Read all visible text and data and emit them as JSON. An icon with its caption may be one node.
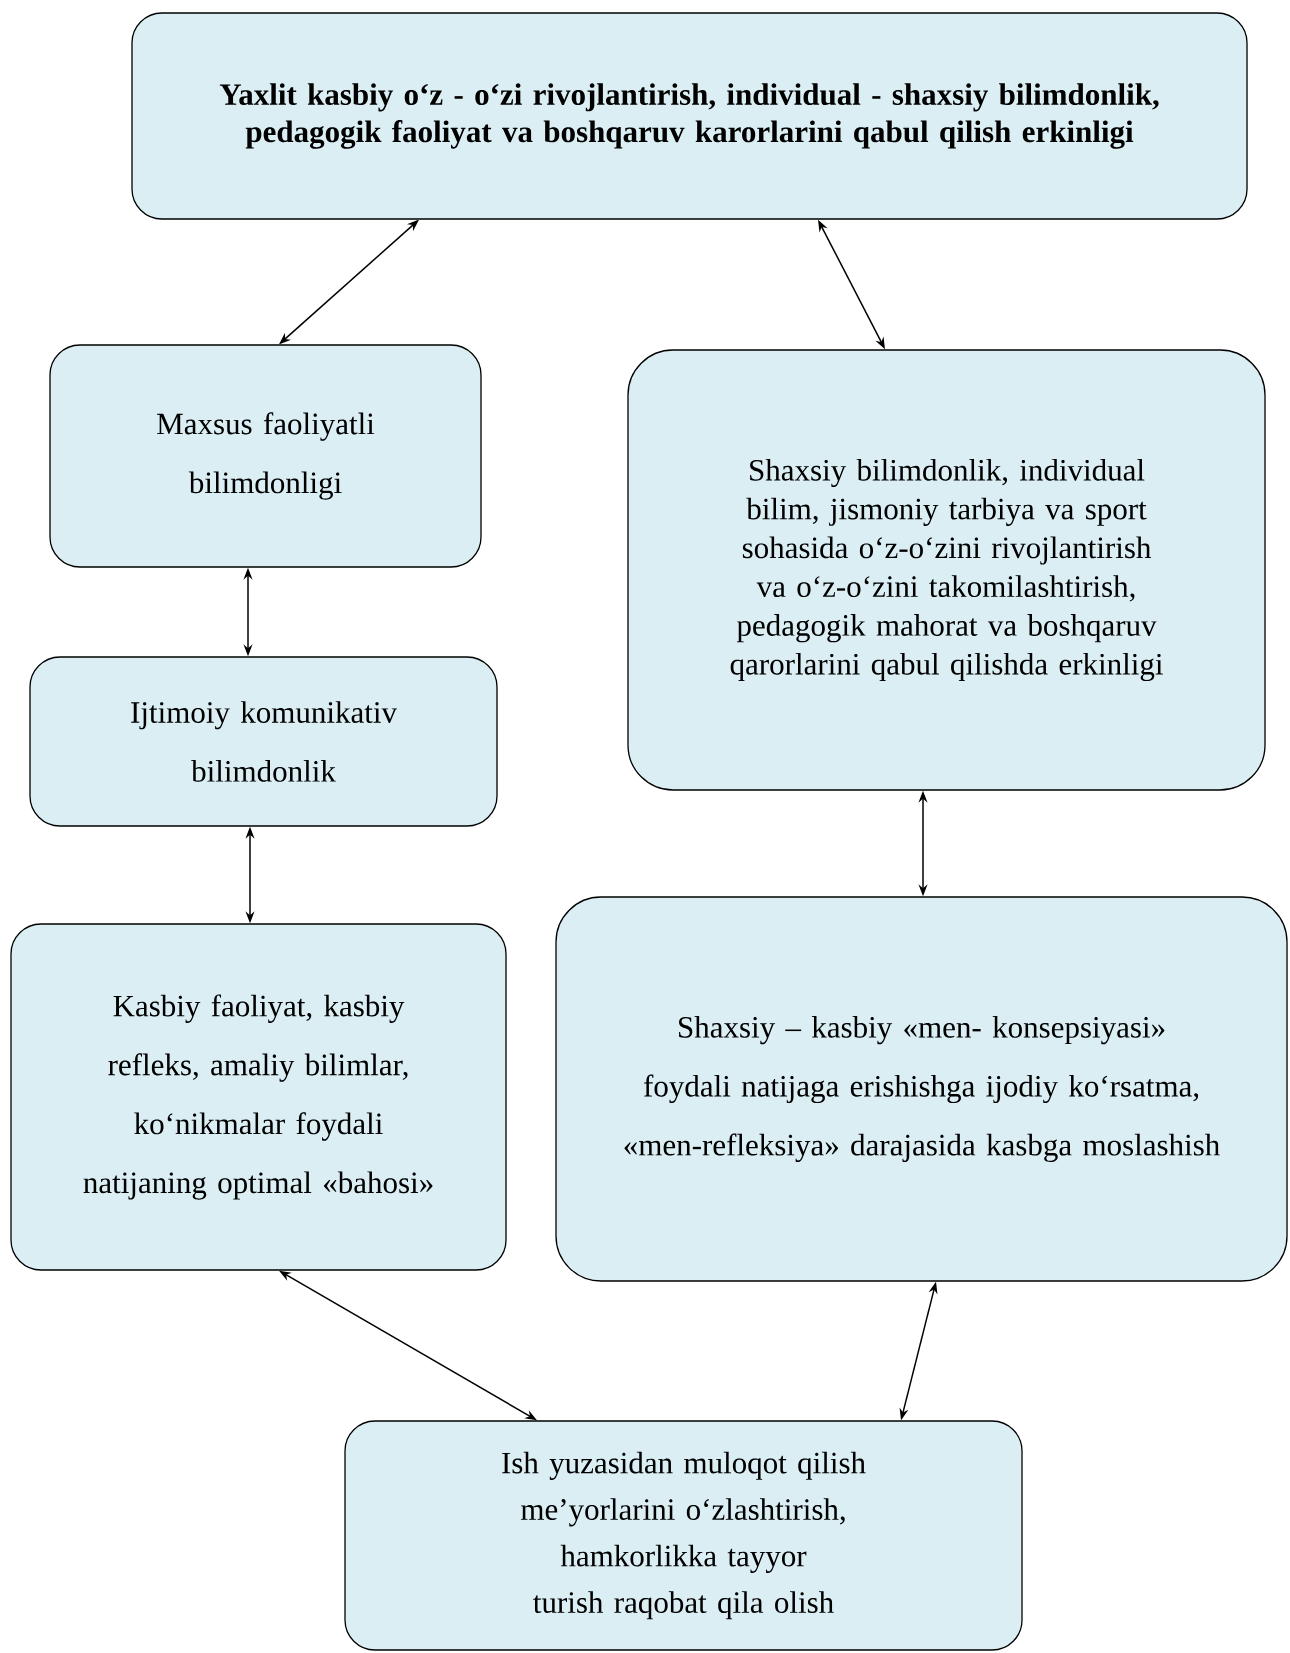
{
  "diagram": {
    "nodes": [
      {
        "text": [
          "Yaxlit kasbiy o‘z - o‘zi rivojlantirish, individual - shaxsiy bilimdonlik, pedagogik faoliyat va boshqaruv karorlarini qabul qilish erkinligi"
        ]
      },
      {
        "text": [
          "Maxsus faoliyatli bilimdonligi"
        ]
      },
      {
        "text": [
          "Shaxsiy bilimdonlik, individual bilim, jismoniy tarbiya va sport sohasida o‘z-o‘zini rivojlantirish va o‘z-o‘zini takomilashtirish, pedagogik mahorat va boshqaruv qarorlarini qabul qilishda erkinligi"
        ]
      },
      {
        "text": [
          "Ijtimoiy komunikativ bilimdonlik"
        ]
      },
      {
        "text": [
          "Kasbiy faoliyat, kasbiy refleks, amaliy bilimlar, ko‘nikmalar foydali natijaning optimal «bahosi»"
        ]
      },
      {
        "text": [
          "Shaxsiy – kasbiy «men- konsepsiyasi» foydali natijaga erishishga ijodiy ko‘rsatma, «men-refleksiya» darajasida kasbga moslashish"
        ]
      },
      {
        "text": [
          "Ish yuzasidan muloqot qilish me’yorlarini o‘zlashtirish, hamkorlikka tayyor turish raqobat qila olish"
        ]
      }
    ],
    "edges": [
      {
        "from": 0,
        "to": 1,
        "arrow": "both"
      },
      {
        "from": 0,
        "to": 2,
        "arrow": "both"
      },
      {
        "from": 1,
        "to": 3,
        "arrow": "both"
      },
      {
        "from": 3,
        "to": 4,
        "arrow": "both"
      },
      {
        "from": 2,
        "to": 5,
        "arrow": "both"
      },
      {
        "from": 4,
        "to": 6,
        "arrow": "both"
      },
      {
        "from": 5,
        "to": 6,
        "arrow": "both"
      }
    ]
  }
}
